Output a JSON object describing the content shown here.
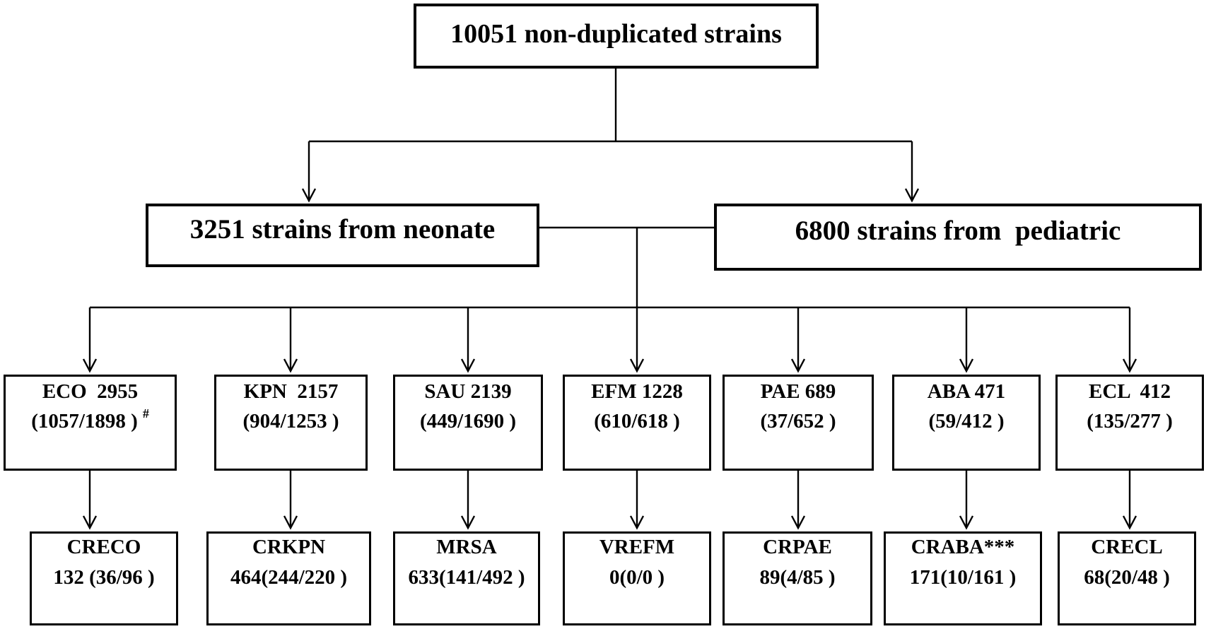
{
  "figure": {
    "background_color": "#ffffff",
    "line_color": "#000000",
    "root": {
      "label": "10051 non-duplicated strains"
    },
    "sources": [
      {
        "label": "3251 strains from neonate"
      },
      {
        "label": "6800 strains from  pediatric"
      }
    ],
    "species": [
      {
        "name": "ECO  2955",
        "counts": "(1057/1898 )",
        "note": "#"
      },
      {
        "name": "KPN  2157",
        "counts": "(904/1253 )"
      },
      {
        "name": "SAU 2139",
        "counts": "(449/1690 )"
      },
      {
        "name": "EFM 1228",
        "counts": "(610/618 )"
      },
      {
        "name": "PAE 689",
        "counts": "(37/652 )"
      },
      {
        "name": "ABA 471",
        "counts": "(59/412 )"
      },
      {
        "name": "ECL  412",
        "counts": "(135/277 )"
      }
    ],
    "resistant": [
      {
        "name": "CRECO",
        "counts": "132 (36/96 )"
      },
      {
        "name": "CRKPN",
        "counts": "464(244/220 )"
      },
      {
        "name": "MRSA",
        "counts": "633(141/492 )"
      },
      {
        "name": "VREFM",
        "counts": "0(0/0 )"
      },
      {
        "name": "CRPAE",
        "counts": "89(4/85 )"
      },
      {
        "name": "CRABA***",
        "counts": "171(10/161 )"
      },
      {
        "name": "CRECL",
        "counts": "68(20/48 )"
      }
    ]
  }
}
